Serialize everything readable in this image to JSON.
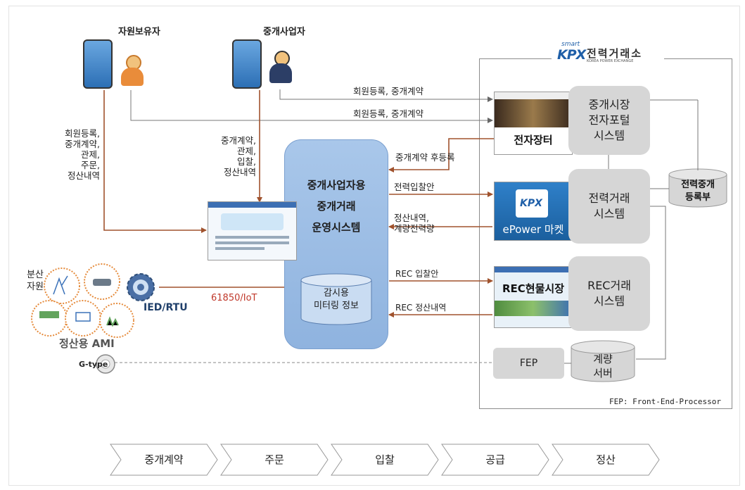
{
  "actors": {
    "resource_owner": "자원보유자",
    "broker": "중개사업자"
  },
  "kpx": {
    "smart": "smart",
    "logo": "KPX",
    "name": "전력거래소",
    "name_en": "KOREA POWER EXCHANGE"
  },
  "flows": {
    "broker_to_portal": "회원등록, 중개계약",
    "owner_to_portal": "회원등록, 중개계약",
    "owner_to_system": [
      "회원등록,",
      "중개계약,",
      "관제,",
      "주문,",
      "정산내역"
    ],
    "broker_to_system": [
      "중개계약,",
      "관제,",
      "입찰,",
      "정산내역"
    ],
    "post_registration": "중개계약 후등록",
    "power_bid": "전력입찰안",
    "settlement_metering": [
      "정산내역,",
      "계량전력량"
    ],
    "rec_bid": "REC 입찰안",
    "rec_settlement": "REC 정산내역",
    "protocol": "61850/IoT"
  },
  "central_system": {
    "title": [
      "중개사업자용",
      "중개거래",
      "운영시스템"
    ],
    "monitoring_db": [
      "감시용",
      "미터링 정보"
    ]
  },
  "market_screens": {
    "emarket": "전자장터",
    "epower": "ePower 마켓",
    "rec_market": "REC현물시장"
  },
  "kpx_systems": {
    "portal": [
      "중개시장",
      "전자포털",
      "시스템"
    ],
    "power_trading": [
      "전력거래",
      "시스템"
    ],
    "rec_trading": [
      "REC거래",
      "시스템"
    ],
    "registry": [
      "전력중개",
      "등록부"
    ],
    "fep": "FEP",
    "metering_server": [
      "계량",
      "서버"
    ],
    "fep_note": "FEP: Front-End-Processor"
  },
  "field": {
    "distributed": [
      "분산",
      "자원"
    ],
    "ied": "IED/RTU",
    "ami": "정산용 AMI",
    "gtype": "G-type"
  },
  "process_steps": [
    "중개계약",
    "주문",
    "입찰",
    "공급",
    "정산"
  ],
  "colors": {
    "arrow_brown": "#a0522d",
    "central_blue": "#9bbce3",
    "system_gray": "#d6d6d6",
    "protocol_red": "#c0392b"
  }
}
